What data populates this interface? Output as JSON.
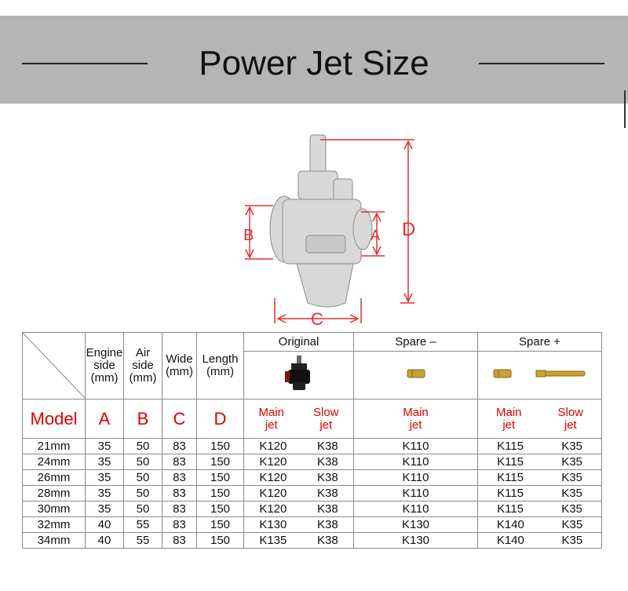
{
  "title": "Power Jet Size",
  "diagram": {
    "labels": {
      "a": "A",
      "b": "B",
      "c": "C",
      "d": "D"
    }
  },
  "table": {
    "headers": {
      "engine": "Engine side (mm)",
      "engine_l1": "Engine",
      "engine_l2": "side",
      "engine_l3": "(mm)",
      "air_l1": "Air",
      "air_l2": "side",
      "air_l3": "(mm)",
      "wide_l1": "Wide",
      "wide_l2": "(mm)",
      "length_l1": "Length",
      "length_l2": "(mm)",
      "original": "Original",
      "spare_minus": "Spare –",
      "spare_plus": "Spare +"
    },
    "subheaders": {
      "model": "Model",
      "a": "A",
      "b": "B",
      "c": "C",
      "d": "D",
      "main_l1": "Main",
      "main_l2": "jet",
      "slow_l1": "Slow",
      "slow_l2": "jet"
    },
    "rows": [
      {
        "model": "21mm",
        "a": "35",
        "b": "50",
        "c": "83",
        "d": "150",
        "orig_main": "K120",
        "orig_slow": "K38",
        "spare_minus_main": "K110",
        "spare_plus_main": "K115",
        "spare_plus_slow": "K35"
      },
      {
        "model": "24mm",
        "a": "35",
        "b": "50",
        "c": "83",
        "d": "150",
        "orig_main": "K120",
        "orig_slow": "K38",
        "spare_minus_main": "K110",
        "spare_plus_main": "K115",
        "spare_plus_slow": "K35"
      },
      {
        "model": "26mm",
        "a": "35",
        "b": "50",
        "c": "83",
        "d": "150",
        "orig_main": "K120",
        "orig_slow": "K38",
        "spare_minus_main": "K110",
        "spare_plus_main": "K115",
        "spare_plus_slow": "K35"
      },
      {
        "model": "28mm",
        "a": "35",
        "b": "50",
        "c": "83",
        "d": "150",
        "orig_main": "K120",
        "orig_slow": "K38",
        "spare_minus_main": "K110",
        "spare_plus_main": "K115",
        "spare_plus_slow": "K35"
      },
      {
        "model": "30mm",
        "a": "35",
        "b": "50",
        "c": "83",
        "d": "150",
        "orig_main": "K120",
        "orig_slow": "K38",
        "spare_minus_main": "K110",
        "spare_plus_main": "K115",
        "spare_plus_slow": "K35"
      },
      {
        "model": "32mm",
        "a": "40",
        "b": "55",
        "c": "83",
        "d": "150",
        "orig_main": "K130",
        "orig_slow": "K38",
        "spare_minus_main": "K130",
        "spare_plus_main": "K140",
        "spare_plus_slow": "K35"
      },
      {
        "model": "34mm",
        "a": "40",
        "b": "55",
        "c": "83",
        "d": "150",
        "orig_main": "K135",
        "orig_slow": "K38",
        "spare_minus_main": "K130",
        "spare_plus_main": "K140",
        "spare_plus_slow": "K35"
      }
    ]
  },
  "colors": {
    "banner": "#b5b5b5",
    "accent_red": "#e00000",
    "dimension_red": "#e03030",
    "brass": "#c9a032"
  }
}
